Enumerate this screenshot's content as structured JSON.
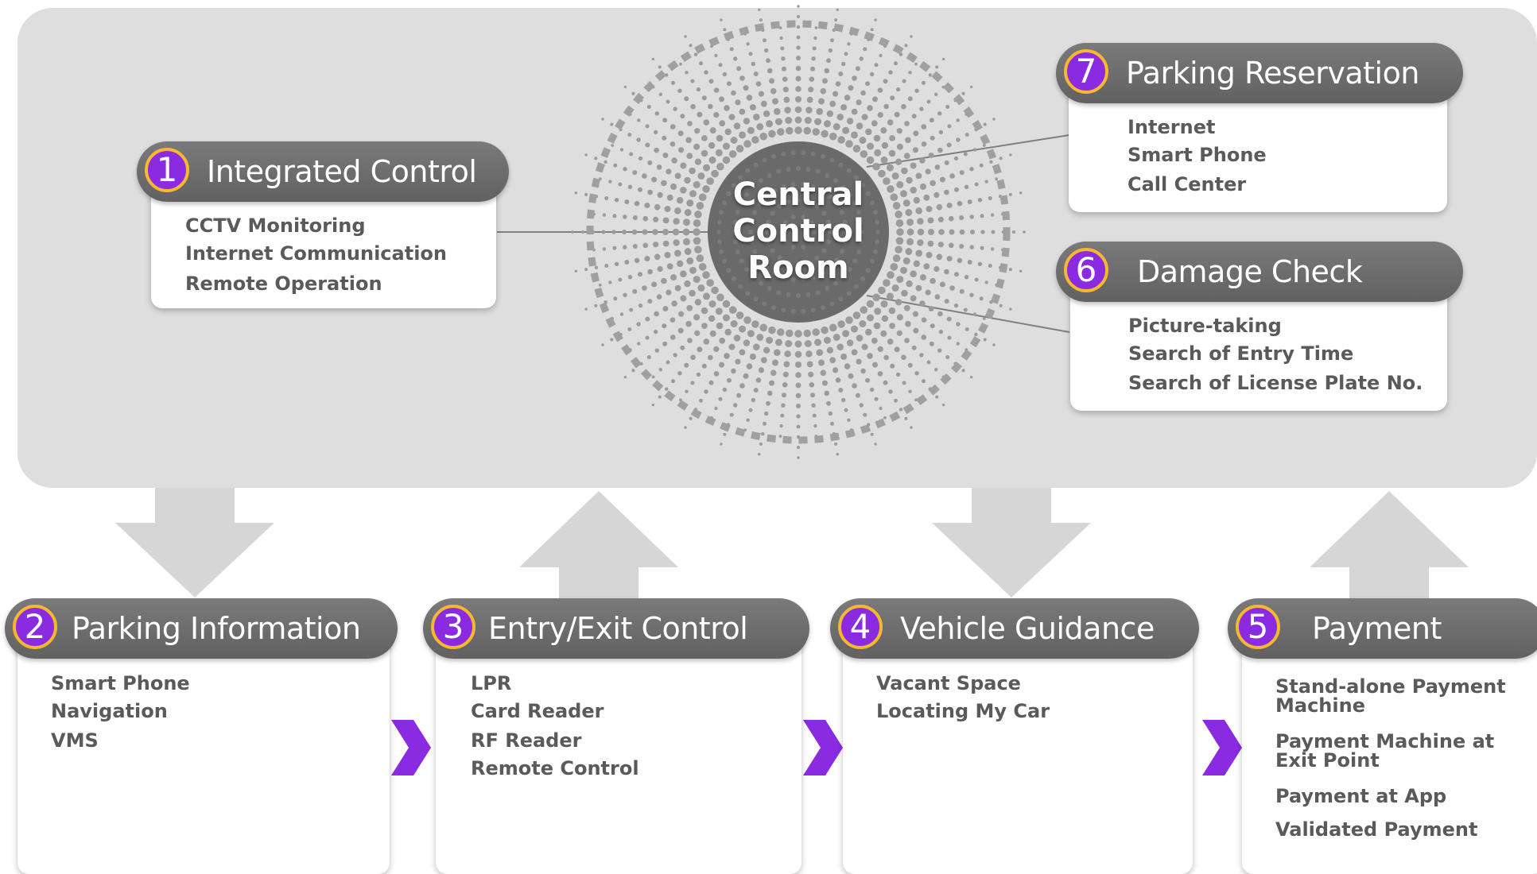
{
  "center": {
    "lines": [
      "Central",
      "Control",
      "Room"
    ]
  },
  "cards": {
    "integrated": {
      "number": "1",
      "title": "Integrated Control",
      "items": [
        "CCTV Monitoring",
        "Internet Communication",
        "Remote Operation"
      ]
    },
    "parking_info": {
      "number": "2",
      "title": "Parking Information",
      "items": [
        "Smart Phone",
        "Navigation",
        "VMS"
      ]
    },
    "entry_exit": {
      "number": "3",
      "title": "Entry/Exit Control",
      "items": [
        "LPR",
        "Card Reader",
        "RF Reader",
        "Remote Control"
      ]
    },
    "guidance": {
      "number": "4",
      "title": "Vehicle Guidance",
      "items": [
        "Vacant Space",
        "Locating My Car"
      ]
    },
    "payment": {
      "number": "5",
      "title": "Payment",
      "items": [
        "Stand-alone Payment Machine",
        "Payment Machine at Exit Point",
        "Payment at App",
        "Validated Payment"
      ]
    },
    "damage": {
      "number": "6",
      "title": "Damage Check",
      "items": [
        "Picture-taking",
        "Search of Entry Time",
        "Search of License Plate No."
      ]
    },
    "reservation": {
      "number": "7",
      "title": "Parking Reservation",
      "items": [
        "Internet",
        "Smart Phone",
        "Call Center"
      ]
    }
  },
  "colors": {
    "panel": "#dedede",
    "header": "#6e6e6e",
    "badge": "#8a2be2",
    "badge_ring": "#f5b82e",
    "chevron": "#8a2be2",
    "arrow": "#d4d4d4",
    "text": "#5a5a5a"
  }
}
